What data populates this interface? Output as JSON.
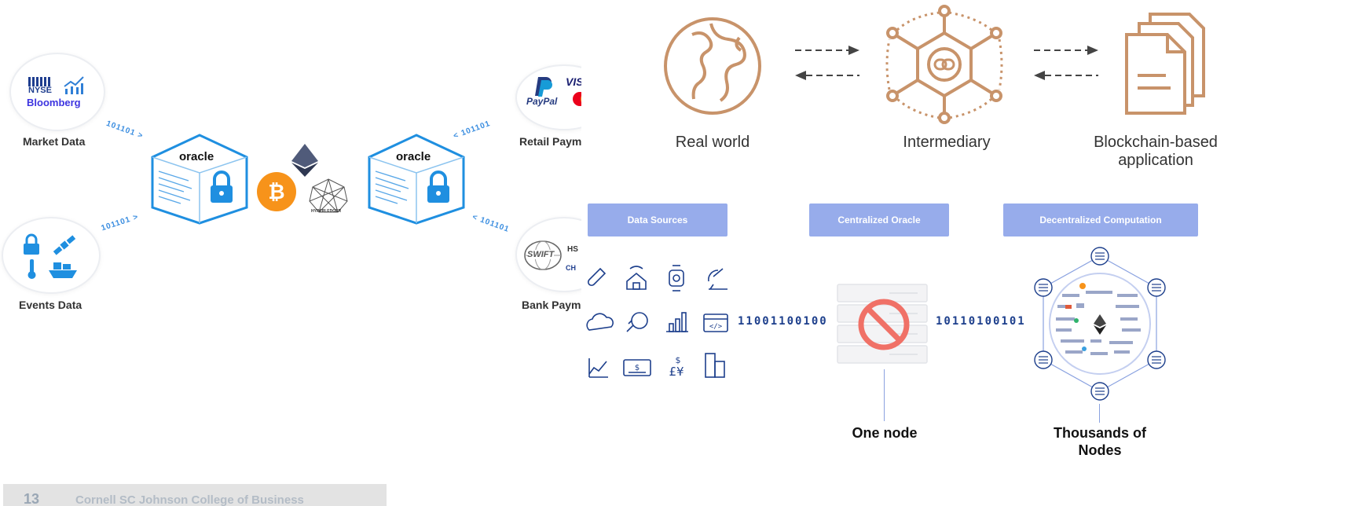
{
  "left": {
    "sources": {
      "market_data": "Market Data",
      "events_data": "Events Data",
      "retail_payments": "Retail Payments",
      "bank_payments": "Bank Paym"
    },
    "logos": {
      "nyse": "NYSE",
      "bloomberg": "Bloomberg",
      "visa": "VISA",
      "paypal": "PayPal",
      "swift": "SWIFT",
      "hsbc": "HS",
      "chase": "CH"
    },
    "oracle_left": "oracle",
    "oracle_right": "oracle",
    "hyperledger": "HYPERLEDGER",
    "bits": {
      "market": "101101 >",
      "events": "101101 >",
      "retail": "< 101101",
      "bank": "< 101101"
    }
  },
  "top_right": {
    "real_world": "Real world",
    "intermediary": "Intermediary",
    "blockchain_app": "Blockchain-based application"
  },
  "bottom_right": {
    "data_sources": "Data Sources",
    "centralized_oracle": "Centralized Oracle",
    "decentralized_computation": "Decentralized Computation",
    "binary_in": "11001100100",
    "binary_out": "10110100101",
    "one_node": "One node",
    "thousands_of_nodes": "Thousands of Nodes"
  },
  "footer": {
    "slide_number": "13",
    "institution": "Cornell SC Johnson College of Business"
  },
  "colors": {
    "oracle_blue": "#1f8fe0",
    "bitcoin_orange": "#f7931a",
    "intermediary_brown": "#c8936a",
    "pill_blue": "#97aceb",
    "prohibit_red": "#f07167",
    "nav_dark_blue": "#1d3f8c"
  }
}
